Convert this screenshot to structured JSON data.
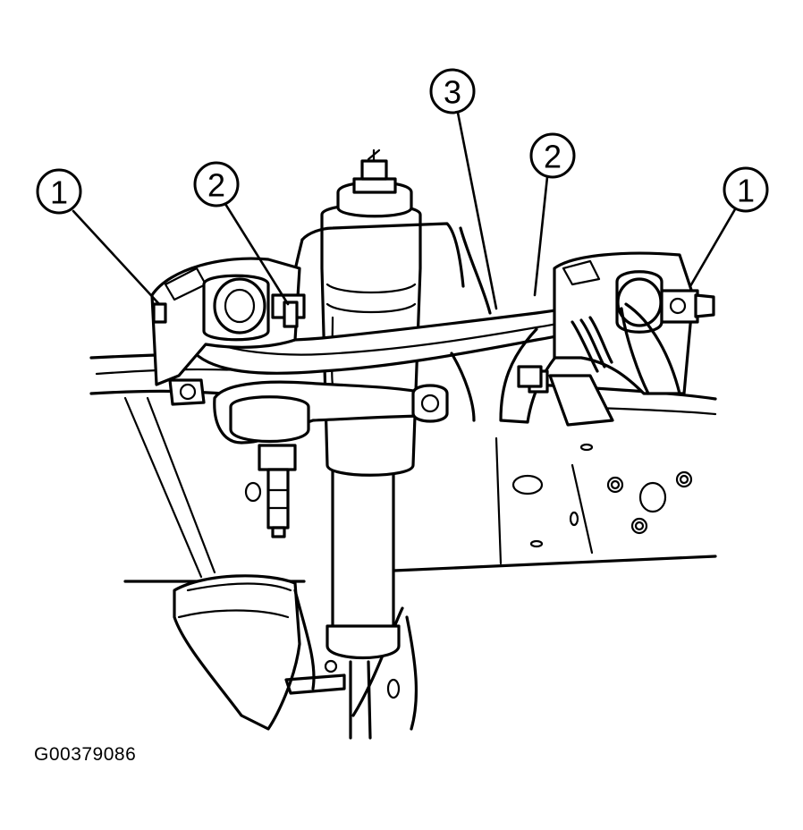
{
  "figure_id": "G00379086",
  "callouts": [
    {
      "id": "callout-1-left",
      "label": "1"
    },
    {
      "id": "callout-2-left",
      "label": "2"
    },
    {
      "id": "callout-3",
      "label": "3"
    },
    {
      "id": "callout-2-right",
      "label": "2"
    },
    {
      "id": "callout-1-right",
      "label": "1"
    }
  ]
}
